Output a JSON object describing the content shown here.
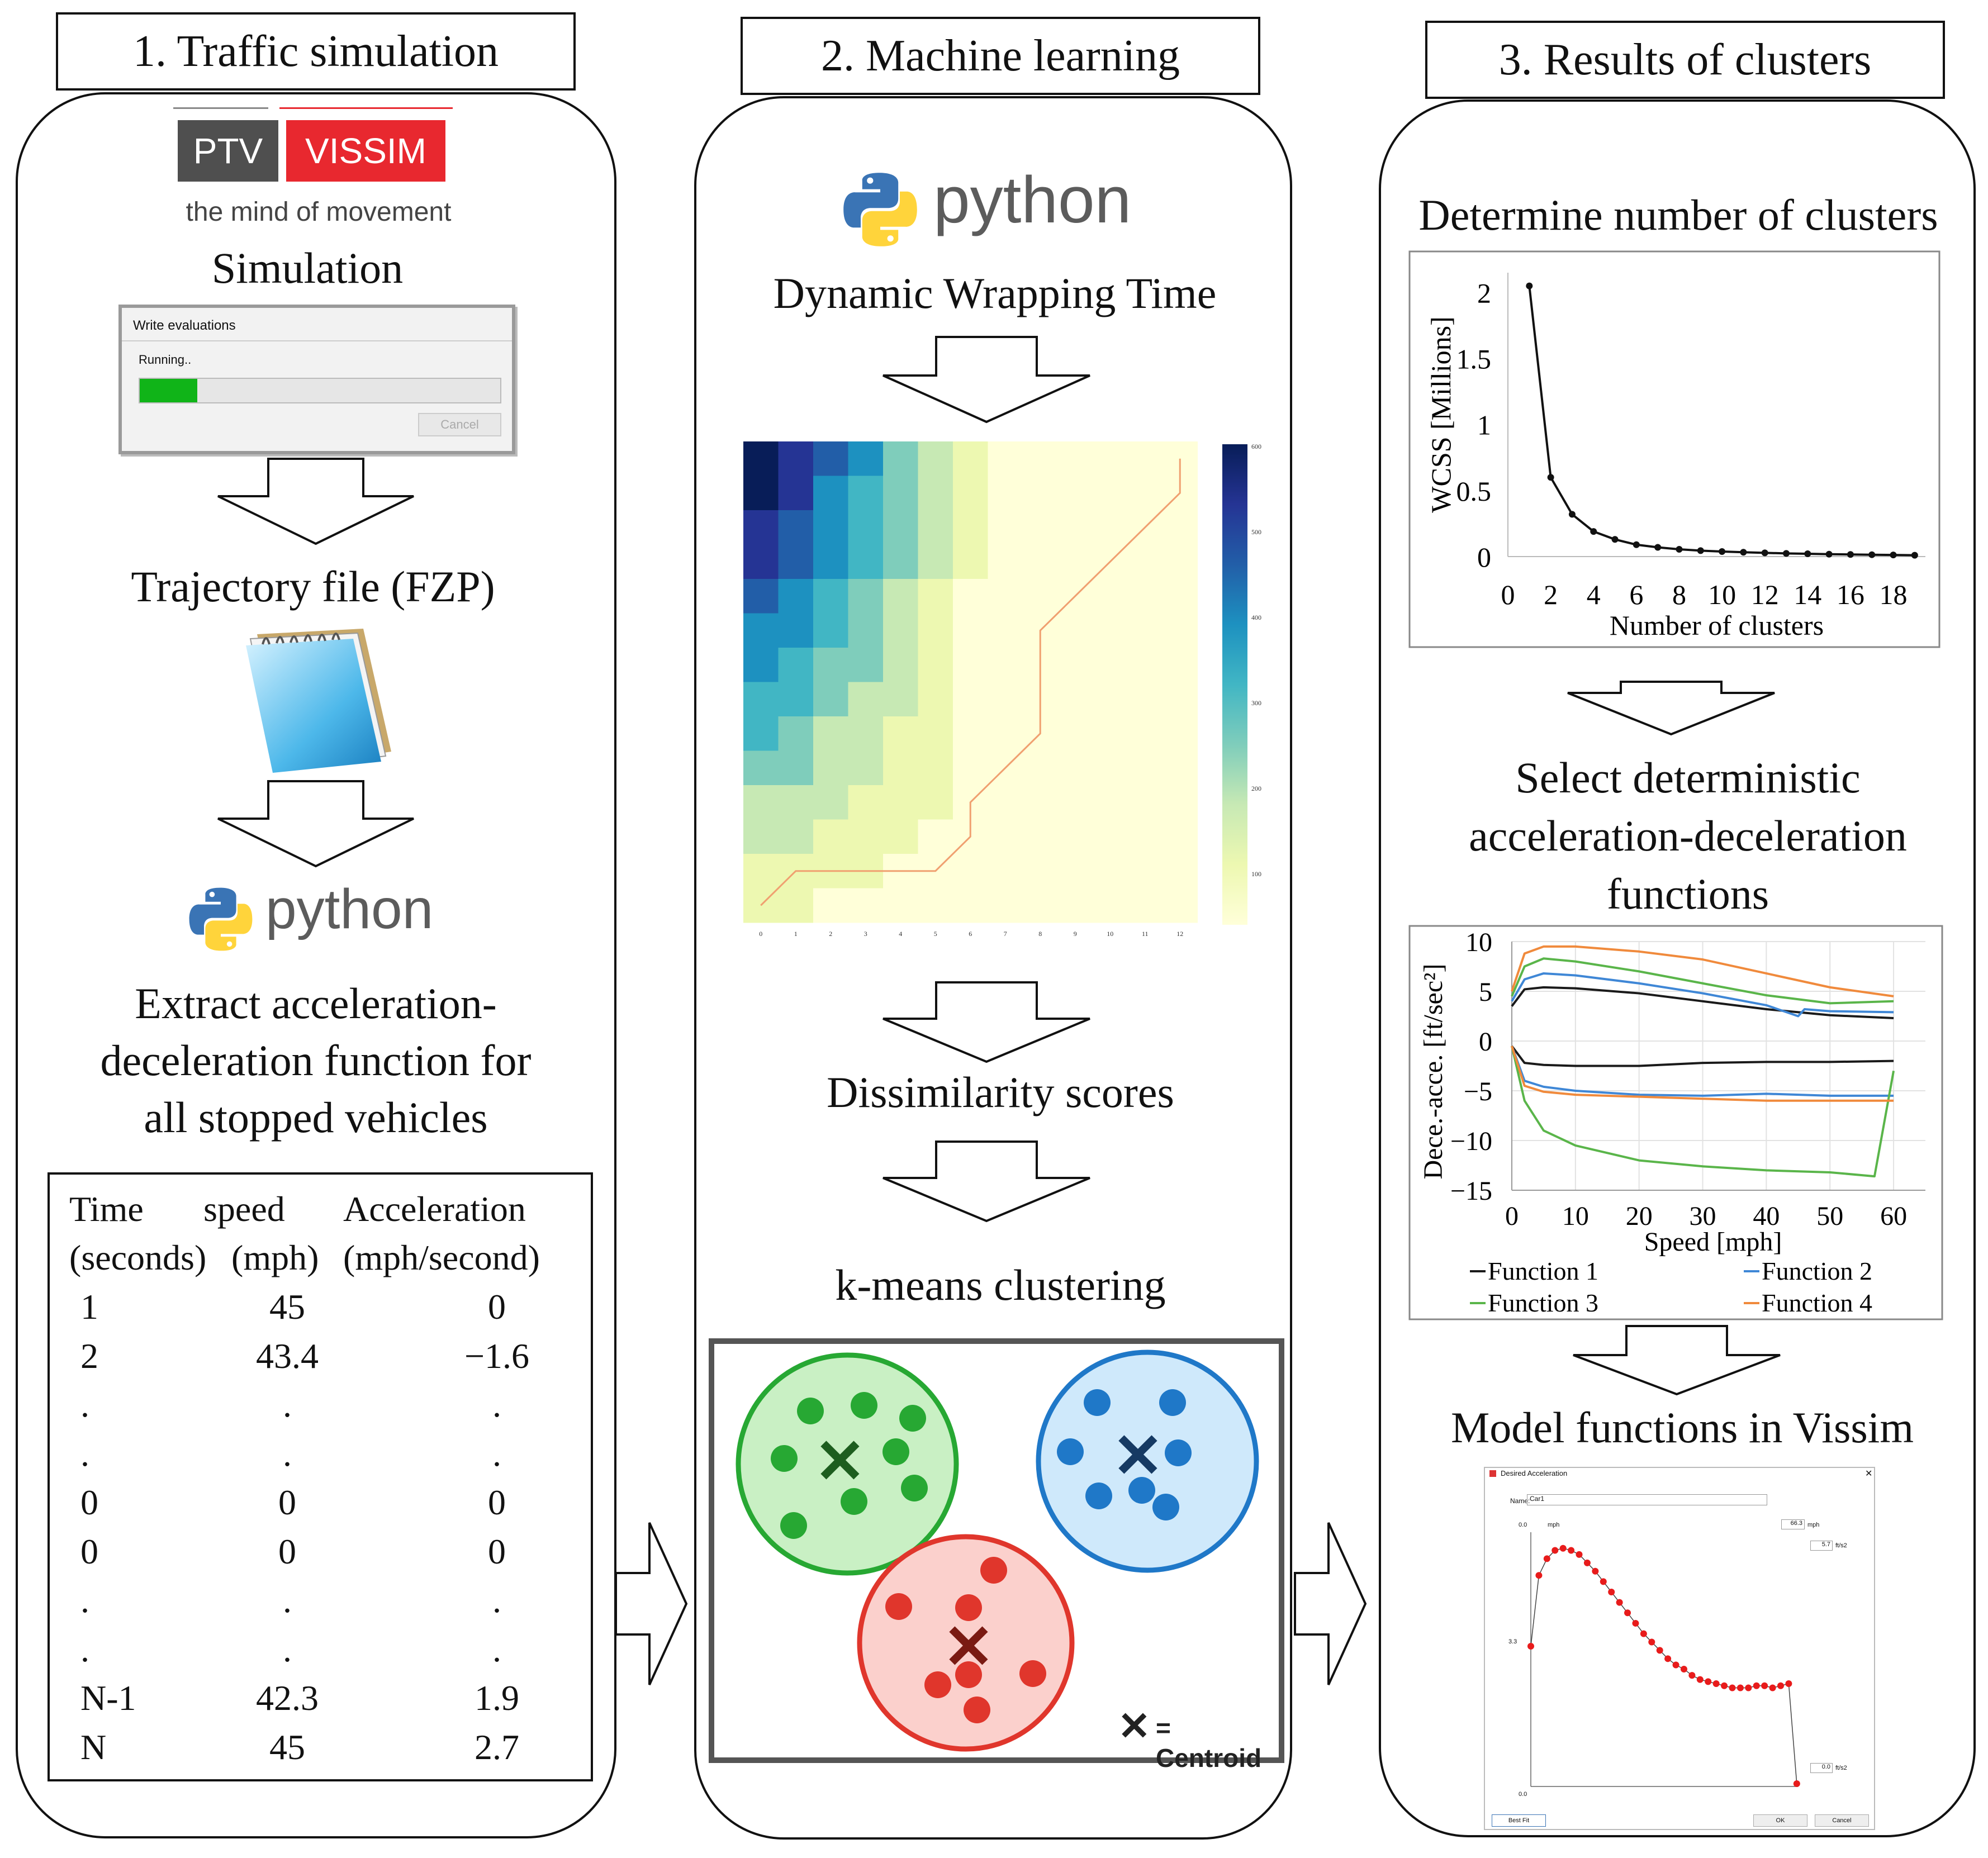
{
  "columns": [
    {
      "header": "1. Traffic simulation"
    },
    {
      "header": "2. Machine learning"
    },
    {
      "header": "3. Results of clusters"
    }
  ],
  "col1": {
    "ptv_logo": {
      "left": "PTV",
      "right": "VISSIM",
      "tagline": "the mind of movement"
    },
    "simulation_label": "Simulation",
    "dialog": {
      "title": "Write evaluations",
      "status": "Running..",
      "cancel": "Cancel",
      "progress": 0.16
    },
    "trajectory_label": "Trajectory file (FZP)",
    "python_word": "python",
    "extract_lines": [
      "Extract acceleration-",
      "deceleration function for",
      "all stopped vehicles"
    ],
    "table": {
      "headers": [
        [
          "Time",
          "(seconds)"
        ],
        [
          "speed",
          "(mph)"
        ],
        [
          "Acceleration",
          "(mph/second)"
        ]
      ],
      "rows": [
        [
          "1",
          "45",
          "0"
        ],
        [
          "2",
          "43.4",
          "−1.6"
        ],
        [
          ".",
          ".",
          "."
        ],
        [
          ".",
          ".",
          "."
        ],
        [
          "0",
          "0",
          "0"
        ],
        [
          "0",
          "0",
          "0"
        ],
        [
          ".",
          ".",
          "."
        ],
        [
          ".",
          ".",
          "."
        ],
        [
          "N-1",
          "42.3",
          "1.9"
        ],
        [
          "N",
          "45",
          "2.7"
        ]
      ]
    }
  },
  "col2": {
    "python_word": "python",
    "dtw_label": "Dynamic  Wrapping Time",
    "heatmap": {
      "x_ticks": [
        "0",
        "1",
        "2",
        "3",
        "4",
        "5",
        "6",
        "7",
        "8",
        "9",
        "10",
        "11",
        "12"
      ],
      "colorbar_ticks": [
        "600",
        "500",
        "400",
        "300",
        "200",
        "100"
      ]
    },
    "dissimilarity_label": "Dissimilarity scores",
    "kmeans_label": "k-means clustering",
    "centroid_legend": "= Centroid"
  },
  "col3": {
    "determine_label": "Determine number of clusters",
    "select_lines": [
      "Select deterministic",
      "acceleration-deceleration",
      "functions"
    ],
    "model_label": "Model functions in Vissim",
    "colors": {
      "f1": "#1a1a1a",
      "f2": "#3f87d6",
      "f3": "#5ab54a",
      "f4": "#f08a3c"
    }
  },
  "chart_data": [
    {
      "type": "line",
      "xlabel": "Number of clusters",
      "ylabel": "WCSS  [Millions]",
      "x_ticks": [
        "0",
        "2",
        "4",
        "6",
        "8",
        "10",
        "12",
        "14",
        "16",
        "18"
      ],
      "y_ticks": [
        "0",
        "0.5",
        "1",
        "1.5",
        "2"
      ],
      "xlim": [
        0,
        19.5
      ],
      "ylim": [
        0,
        2.15
      ],
      "x": [
        1,
        2,
        3,
        4,
        5,
        6,
        7,
        8,
        9,
        10,
        11,
        12,
        13,
        14,
        15,
        16,
        17,
        18,
        19
      ],
      "values": [
        2.05,
        0.6,
        0.32,
        0.19,
        0.13,
        0.09,
        0.07,
        0.055,
        0.045,
        0.038,
        0.033,
        0.028,
        0.024,
        0.021,
        0.018,
        0.016,
        0.014,
        0.012,
        0.01
      ]
    },
    {
      "type": "line",
      "xlabel": "Speed [mph]",
      "ylabel": "Dece.-acce. [ft/sec²]",
      "x_ticks": [
        "0",
        "10",
        "20",
        "30",
        "40",
        "50",
        "60"
      ],
      "y_ticks": [
        "10",
        "5",
        "0",
        "−5",
        "−10",
        "−15"
      ],
      "xlim": [
        0,
        65
      ],
      "ylim": [
        -15,
        10
      ],
      "legend": [
        "Function 1",
        "Function 2",
        "Function 3",
        "Function 4"
      ],
      "series": [
        {
          "name": "Function 1",
          "x": [
            0,
            2,
            5,
            10,
            20,
            30,
            40,
            50,
            60
          ],
          "values": [
            3.5,
            5.2,
            5.4,
            5.3,
            4.8,
            4.0,
            3.2,
            2.6,
            2.3
          ]
        },
        {
          "name": "Function 1",
          "x": [
            0,
            2,
            5,
            10,
            20,
            30,
            40,
            50,
            60
          ],
          "values": [
            -0.5,
            -2.2,
            -2.4,
            -2.5,
            -2.5,
            -2.2,
            -2.1,
            -2.1,
            -2.0
          ]
        },
        {
          "name": "Function 2",
          "x": [
            0,
            2,
            5,
            10,
            20,
            30,
            40,
            45,
            46,
            50,
            60
          ],
          "values": [
            4.0,
            6.2,
            6.8,
            6.6,
            5.8,
            4.8,
            3.6,
            2.5,
            3.2,
            3.0,
            2.9
          ]
        },
        {
          "name": "Function 2",
          "x": [
            0,
            2,
            5,
            10,
            20,
            30,
            40,
            50,
            60
          ],
          "values": [
            -0.5,
            -4.0,
            -4.6,
            -5.0,
            -5.4,
            -5.5,
            -5.3,
            -5.5,
            -5.5
          ]
        },
        {
          "name": "Function 3",
          "x": [
            0,
            2,
            5,
            10,
            20,
            30,
            40,
            50,
            60
          ],
          "values": [
            4.5,
            7.5,
            8.3,
            8.0,
            7.0,
            5.8,
            4.6,
            3.8,
            4.0
          ]
        },
        {
          "name": "Function 3",
          "x": [
            0,
            2,
            5,
            10,
            20,
            30,
            40,
            50,
            57,
            60
          ],
          "values": [
            -0.5,
            -6.0,
            -9.0,
            -10.5,
            -12.0,
            -12.6,
            -13.0,
            -13.2,
            -13.6,
            -3.0
          ]
        },
        {
          "name": "Function 4",
          "x": [
            0,
            2,
            5,
            10,
            20,
            30,
            40,
            50,
            60
          ],
          "values": [
            5.0,
            8.8,
            9.5,
            9.5,
            9.0,
            8.2,
            6.8,
            5.4,
            4.5
          ]
        },
        {
          "name": "Function 4",
          "x": [
            0,
            2,
            5,
            10,
            20,
            30,
            40,
            50,
            60
          ],
          "values": [
            -0.5,
            -4.5,
            -5.1,
            -5.4,
            -5.6,
            -5.8,
            -6.0,
            -6.0,
            -6.0
          ]
        }
      ]
    }
  ],
  "vissim_dialog": {
    "title": "Desired Acceleration",
    "name_label": "Name:",
    "name_value": "Car1",
    "x_min": "0.0",
    "x_unit": "mph",
    "x_max": "66.3",
    "y_top": "5.7",
    "y_unit": "ft/s2",
    "y_mid": "3.3",
    "y_bottom": "0.0",
    "bestfit": "Best Fit",
    "ok": "OK",
    "cancel": "Cancel"
  }
}
